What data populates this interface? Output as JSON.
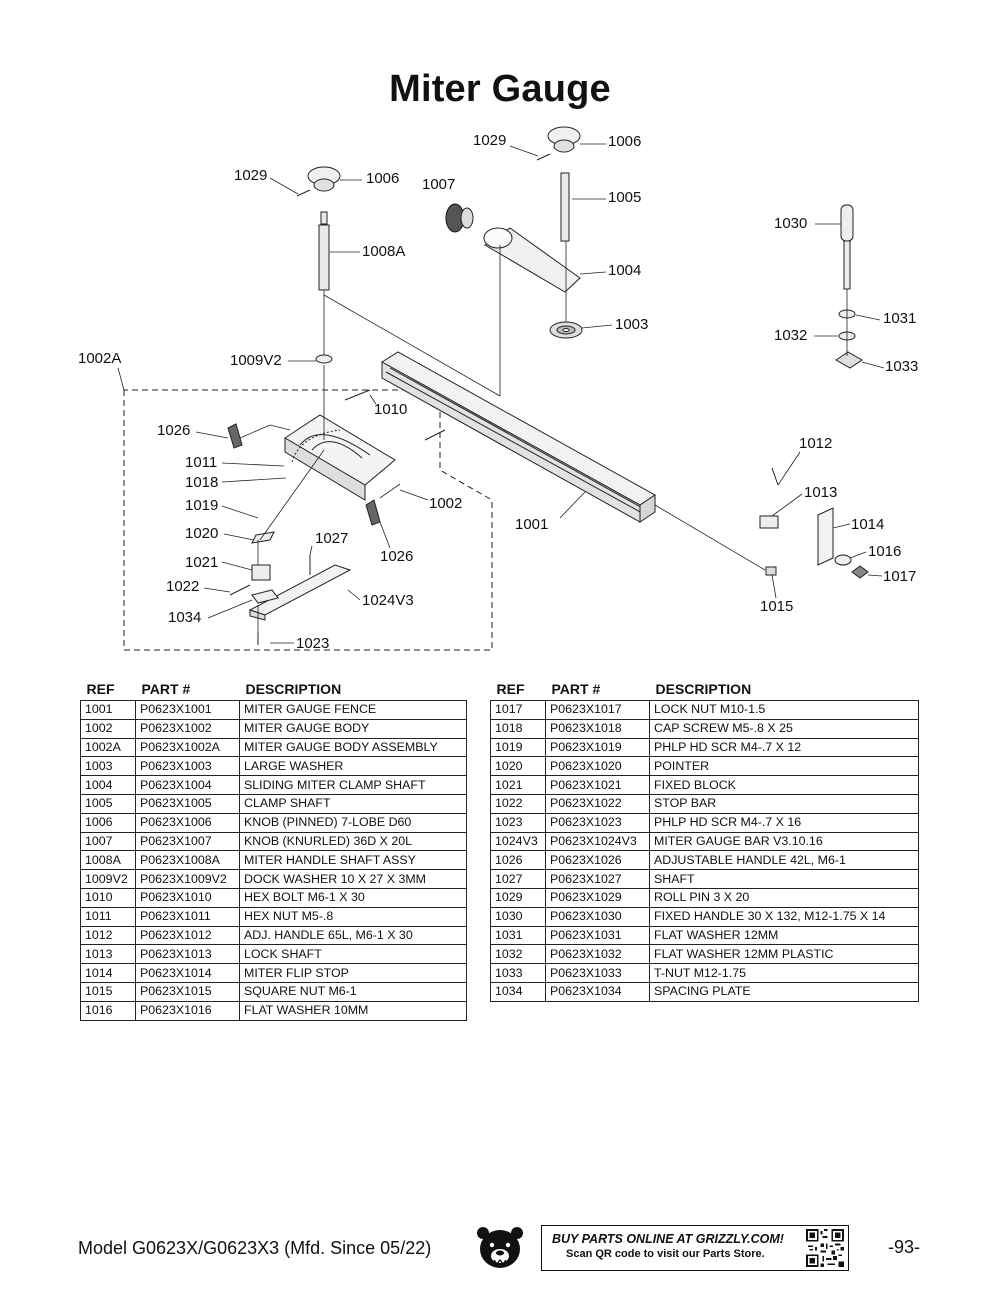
{
  "title": "Miter Gauge",
  "diagram": {
    "callouts": [
      "1029",
      "1006",
      "1029",
      "1006",
      "1007",
      "1005",
      "1008A",
      "1030",
      "1004",
      "1031",
      "1003",
      "1032",
      "1002A",
      "1009V2",
      "1033",
      "1010",
      "1026",
      "1012",
      "1011",
      "1018",
      "1013",
      "1019",
      "1002",
      "1001",
      "1014",
      "1020",
      "1027",
      "1016",
      "1021",
      "1026",
      "1017",
      "1022",
      "1024V3",
      "1015",
      "1034",
      "1023"
    ]
  },
  "table_headers": {
    "ref": "REF",
    "part": "PART #",
    "desc": "DESCRIPTION"
  },
  "table_left": [
    [
      "1001",
      "P0623X1001",
      "MITER GAUGE FENCE"
    ],
    [
      "1002",
      "P0623X1002",
      "MITER GAUGE BODY"
    ],
    [
      "1002A",
      "P0623X1002A",
      "MITER GAUGE BODY ASSEMBLY"
    ],
    [
      "1003",
      "P0623X1003",
      "LARGE WASHER"
    ],
    [
      "1004",
      "P0623X1004",
      "SLIDING MITER CLAMP SHAFT"
    ],
    [
      "1005",
      "P0623X1005",
      "CLAMP SHAFT"
    ],
    [
      "1006",
      "P0623X1006",
      "KNOB (PINNED) 7-LOBE D60"
    ],
    [
      "1007",
      "P0623X1007",
      "KNOB (KNURLED) 36D X 20L"
    ],
    [
      "1008A",
      "P0623X1008A",
      "MITER HANDLE SHAFT ASSY"
    ],
    [
      "1009V2",
      "P0623X1009V2",
      "DOCK WASHER 10 X 27 X 3MM"
    ],
    [
      "1010",
      "P0623X1010",
      "HEX BOLT M6-1 X 30"
    ],
    [
      "1011",
      "P0623X1011",
      "HEX NUT M5-.8"
    ],
    [
      "1012",
      "P0623X1012",
      "ADJ. HANDLE 65L, M6-1 X 30"
    ],
    [
      "1013",
      "P0623X1013",
      "LOCK SHAFT"
    ],
    [
      "1014",
      "P0623X1014",
      "MITER FLIP STOP"
    ],
    [
      "1015",
      "P0623X1015",
      "SQUARE NUT M6-1"
    ],
    [
      "1016",
      "P0623X1016",
      "FLAT WASHER 10MM"
    ]
  ],
  "table_right": [
    [
      "1017",
      "P0623X1017",
      "LOCK NUT M10-1.5"
    ],
    [
      "1018",
      "P0623X1018",
      "CAP SCREW M5-.8 X 25"
    ],
    [
      "1019",
      "P0623X1019",
      "PHLP HD SCR M4-.7 X 12"
    ],
    [
      "1020",
      "P0623X1020",
      "POINTER"
    ],
    [
      "1021",
      "P0623X1021",
      "FIXED BLOCK"
    ],
    [
      "1022",
      "P0623X1022",
      "STOP BAR"
    ],
    [
      "1023",
      "P0623X1023",
      "PHLP HD SCR M4-.7 X 16"
    ],
    [
      "1024V3",
      "P0623X1024V3",
      "MITER GAUGE BAR V3.10.16"
    ],
    [
      "1026",
      "P0623X1026",
      "ADJUSTABLE HANDLE 42L, M6-1"
    ],
    [
      "1027",
      "P0623X1027",
      "SHAFT"
    ],
    [
      "1029",
      "P0623X1029",
      "ROLL PIN 3 X 20"
    ],
    [
      "1030",
      "P0623X1030",
      "FIXED HANDLE 30 X 132, M12-1.75 X 14"
    ],
    [
      "1031",
      "P0623X1031",
      "FLAT WASHER 12MM"
    ],
    [
      "1032",
      "P0623X1032",
      "FLAT WASHER 12MM PLASTIC"
    ],
    [
      "1033",
      "P0623X1033",
      "T-NUT M12-1.75"
    ],
    [
      "1034",
      "P0623X1034",
      "SPACING PLATE"
    ]
  ],
  "footer": {
    "model": "Model G0623X/G0623X3 (Mfd. Since 05/22)",
    "buy_line1": "BUY PARTS ONLINE AT GRIZZLY.COM!",
    "buy_line2": "Scan QR code to visit our Parts Store.",
    "page": "-93-"
  }
}
